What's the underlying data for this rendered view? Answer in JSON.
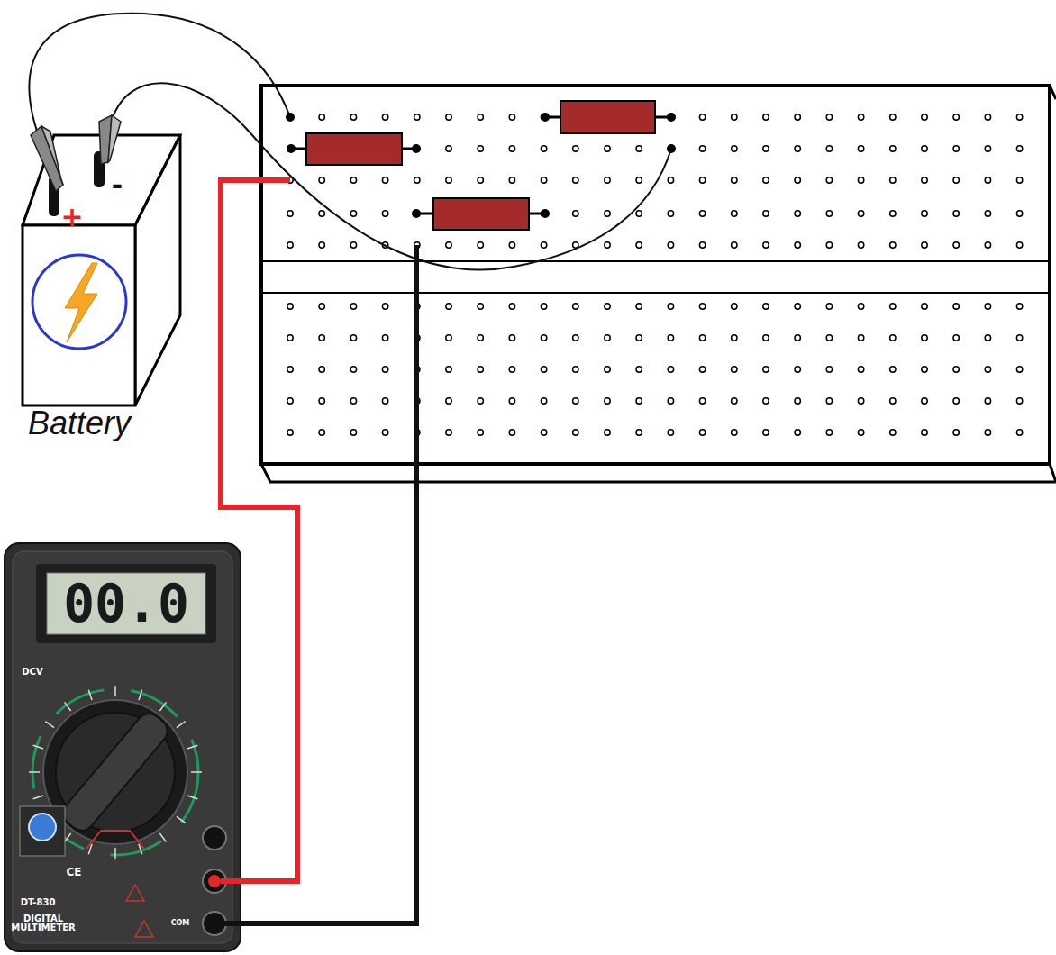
{
  "diagram": {
    "labels": [
      "+",
      "-",
      "Battery",
      "00.0",
      "DCV",
      "CE",
      "COM",
      "DT-830",
      "DIGITAL MULTIMETER"
    ]
  }
}
